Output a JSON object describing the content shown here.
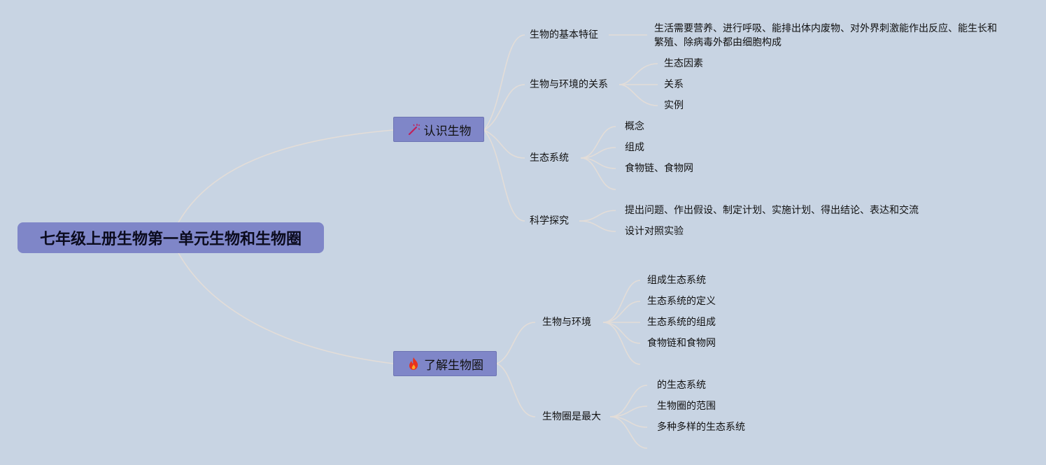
{
  "root": {
    "title": "七年级上册生物第一单元生物和生物圈"
  },
  "topics": [
    {
      "label": "认识生物",
      "icon": "magic-wand-icon",
      "subtopics": [
        {
          "label": "生物的基本特征",
          "items": [
            "生活需要营养、进行呼吸、能排出体内废物、对外界刺激能作出反应、能生长和繁殖、除病毒外都由细胞构成"
          ]
        },
        {
          "label": "生物与环境的关系",
          "items": [
            "生态因素",
            "关系",
            "实例"
          ]
        },
        {
          "label": "生态系统",
          "items": [
            "概念",
            "组成",
            "食物链、食物网"
          ]
        },
        {
          "label": "科学探究",
          "items": [
            "提出问题、作出假设、制定计划、实施计划、得出结论、表达和交流",
            "设计对照实验"
          ]
        }
      ]
    },
    {
      "label": "了解生物圈",
      "icon": "fire-icon",
      "subtopics": [
        {
          "label": "生物与环境",
          "items": [
            "组成生态系统",
            "生态系统的定义",
            "生态系统的组成",
            "食物链和食物网"
          ]
        },
        {
          "label": "生物圈是最大",
          "items": [
            "的生态系统",
            "生物圈的范围",
            "多种多样的生态系统"
          ]
        }
      ]
    }
  ],
  "colors": {
    "background": "#c8d4e3",
    "node_fill": "#7f86c8",
    "connector": "#e3ddd8"
  }
}
